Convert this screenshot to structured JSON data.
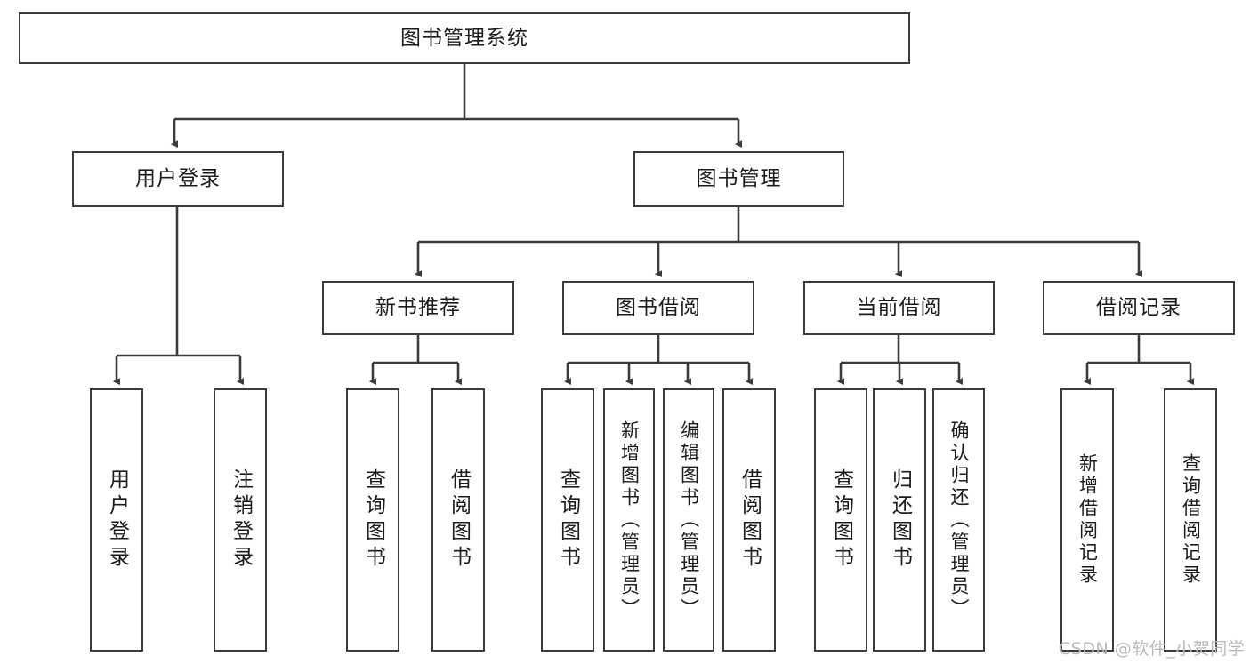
{
  "diagram": {
    "title": "图书管理系统",
    "type": "tree-hierarchy-chart",
    "root": {
      "label": "图书管理系统"
    },
    "level2": [
      {
        "label": "用户登录"
      },
      {
        "label": "图书管理"
      }
    ],
    "level3": [
      {
        "label": "新书推荐"
      },
      {
        "label": "图书借阅"
      },
      {
        "label": "当前借阅"
      },
      {
        "label": "借阅记录"
      }
    ],
    "leaves": {
      "user_login": [
        {
          "label": "用户登录"
        },
        {
          "label": "注销登录"
        }
      ],
      "new_book_recommend": [
        {
          "label": "查询图书"
        },
        {
          "label": "借阅图书"
        }
      ],
      "book_borrow": [
        {
          "label": "查询图书"
        },
        {
          "label": "新增图书（管理员）"
        },
        {
          "label": "编辑图书（管理员）"
        },
        {
          "label": "借阅图书"
        }
      ],
      "current_borrow": [
        {
          "label": "查询图书"
        },
        {
          "label": "归还图书"
        },
        {
          "label": "确认归还（管理员）"
        }
      ],
      "borrow_record": [
        {
          "label": "新增借阅记录"
        },
        {
          "label": "查询借阅记录"
        }
      ]
    }
  },
  "watermark": {
    "text": "CSDN @软件_小贺同学"
  },
  "colors": {
    "border": "#3b3b3b",
    "text": "#1b1b1b",
    "background": "#ffffff",
    "watermark": "#b9b9b9"
  }
}
